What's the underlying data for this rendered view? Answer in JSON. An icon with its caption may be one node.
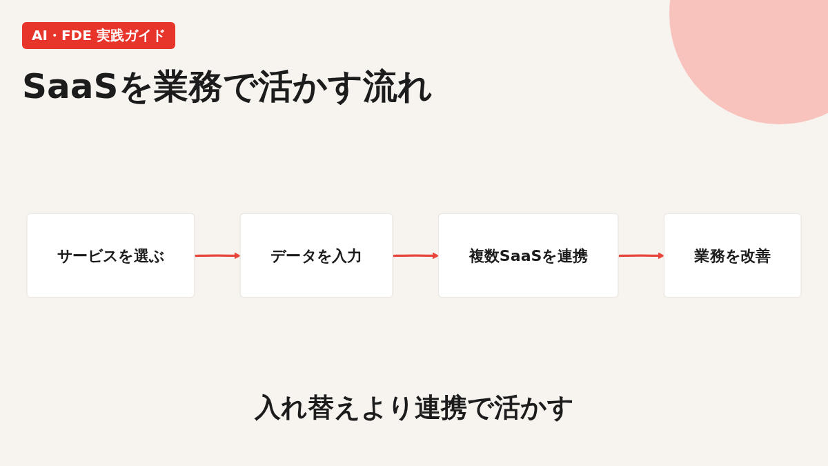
{
  "diagram": {
    "title": "SaaSを業務で活かす流れ",
    "caption": "入れ替えより連携で活かす",
    "nodes": [
      {
        "text": [
          "サービスを選ぶ"
        ]
      },
      {
        "text": [
          "データを入力"
        ]
      },
      {
        "text": [
          "複数SaaSを連携"
        ]
      },
      {
        "text": [
          "業務を改善"
        ]
      }
    ],
    "edges": [
      {
        "from": 0,
        "to": 1,
        "arrow": "to"
      },
      {
        "from": 1,
        "to": 2,
        "arrow": "to"
      },
      {
        "from": 2,
        "to": 3,
        "arrow": "to"
      }
    ],
    "labels": [
      "AI・FDE 実践ガイド"
    ]
  }
}
